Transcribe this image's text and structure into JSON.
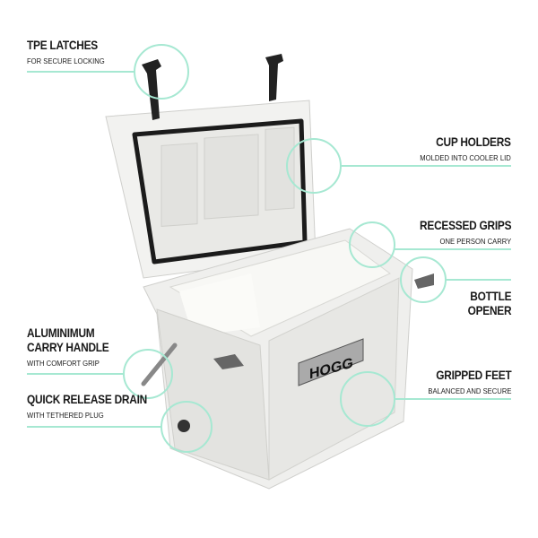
{
  "colors": {
    "accent": "#a6e8d2",
    "cooler": "#f0f0ee",
    "seal": "#1b1b1b"
  },
  "brand": "HOGG",
  "features": {
    "tpe_latches": {
      "title": "TPE LATCHES",
      "subtitle": "FOR SECURE LOCKING"
    },
    "cup_holders": {
      "title": "CUP HOLDERS",
      "subtitle": "MOLDED INTO COOLER LID"
    },
    "recessed_grips": {
      "title": "RECESSED GRIPS",
      "subtitle": "ONE PERSON CARRY"
    },
    "bottle_opener": {
      "title_line1": "BOTTLE",
      "title_line2": "OPENER"
    },
    "carry_handle": {
      "title_line1": "ALUMINIMUM",
      "title_line2": "CARRY HANDLE",
      "subtitle": "WITH COMFORT GRIP"
    },
    "gripped_feet": {
      "title": "GRIPPED FEET",
      "subtitle": "BALANCED AND SECURE"
    },
    "drain": {
      "title": "QUICK RELEASE DRAIN",
      "subtitle": "WITH TETHERED PLUG"
    }
  }
}
